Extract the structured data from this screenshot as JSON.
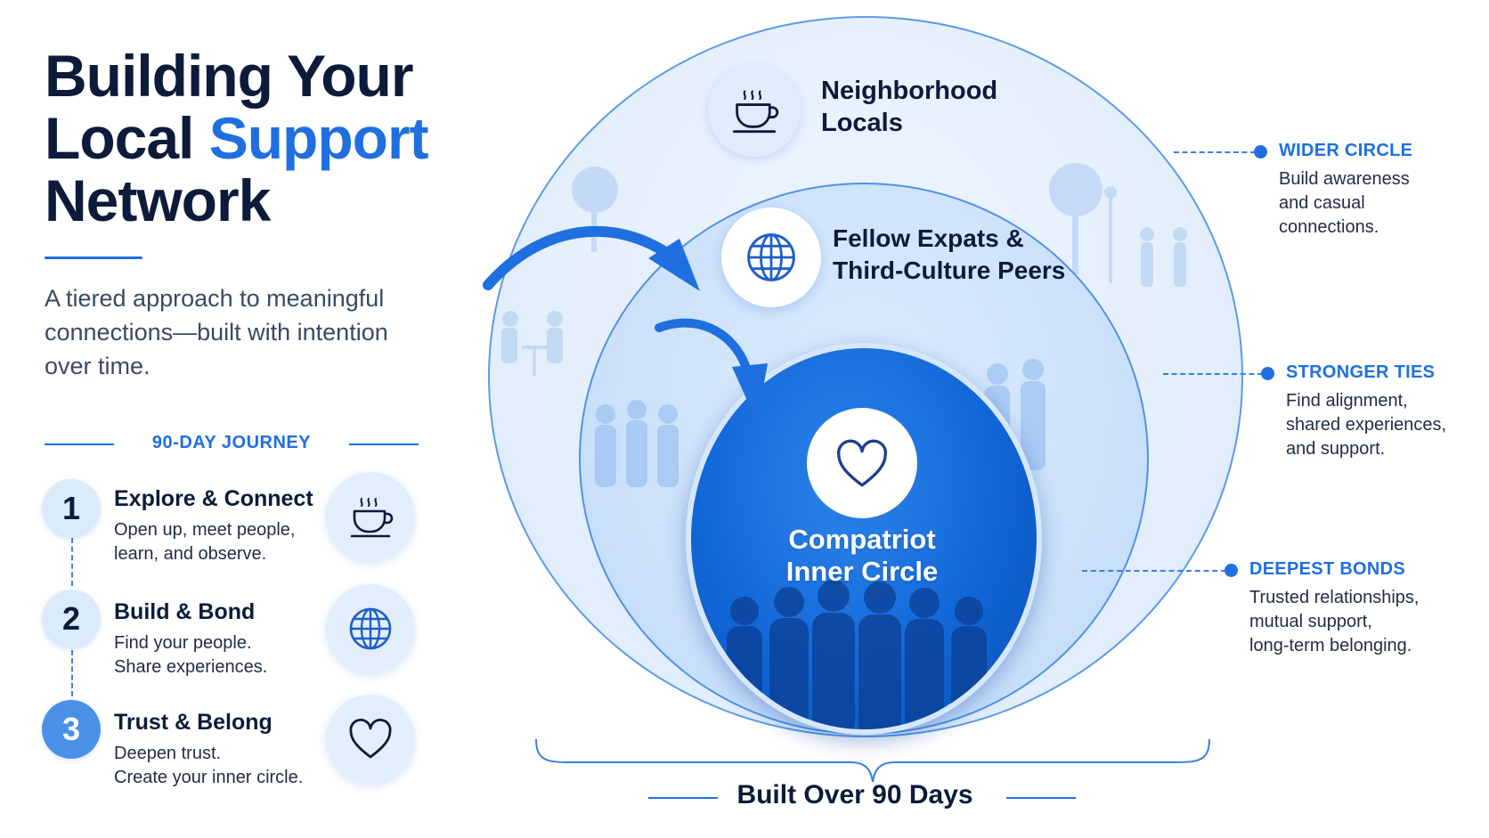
{
  "title": {
    "line1": "Building Your",
    "line2_part1": "Local ",
    "line2_accent": "Support",
    "line3": "Network"
  },
  "subtitle": "A tiered approach to meaningful connections—built with intention over time.",
  "journey": {
    "heading": "90-DAY JOURNEY",
    "steps": [
      {
        "number": "1",
        "title": "Explore & Connect",
        "desc_line1": "Open up, meet people,",
        "desc_line2": "learn, and observe.",
        "icon": "coffee-cup-icon"
      },
      {
        "number": "2",
        "title": "Build & Bond",
        "desc_line1": "Find your people.",
        "desc_line2": "Share experiences.",
        "icon": "globe-icon"
      },
      {
        "number": "3",
        "title": "Trust & Belong",
        "desc_line1": "Deepen trust.",
        "desc_line2": "Create your inner circle.",
        "icon": "heart-icon"
      }
    ]
  },
  "rings": {
    "outer": {
      "line1": "Neighborhood",
      "line2": "Locals",
      "icon": "coffee-cup-icon"
    },
    "middle": {
      "line1": "Fellow Expats &",
      "line2": "Third-Culture Peers",
      "icon": "globe-icon"
    },
    "inner": {
      "line1": "Compatriot",
      "line2": "Inner Circle",
      "icon": "heart-icon"
    }
  },
  "annotations": [
    {
      "title": "WIDER CIRCLE",
      "line1": "Build awareness",
      "line2": "and casual",
      "line3": "connections."
    },
    {
      "title": "STRONGER TIES",
      "line1": "Find alignment,",
      "line2": "shared experiences,",
      "line3": "and support."
    },
    {
      "title": "DEEPEST BONDS",
      "line1": "Trusted relationships,",
      "line2": "mutual support,",
      "line3": "long-term belonging."
    }
  ],
  "footer": {
    "label": "Built Over 90 Days"
  },
  "colors": {
    "accent": "#1f6fe0",
    "navy": "#0d1b3a",
    "inner": "#1167d8",
    "soft": "#e2eefc"
  }
}
